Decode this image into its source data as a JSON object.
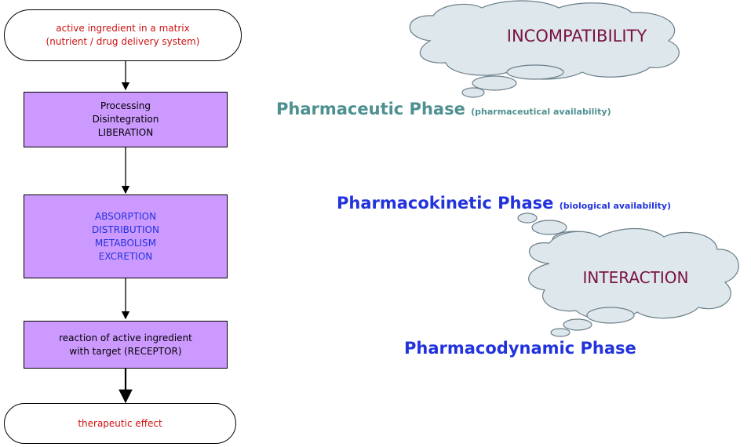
{
  "flowchart": {
    "start": {
      "line1": "active ingredient in a matrix",
      "line2": "(nutrient / drug delivery system)"
    },
    "liberation": {
      "line1": "Processing",
      "line2": "Disintegration",
      "line3": "LIBERATION"
    },
    "adme": {
      "line1": "ABSORPTION",
      "line2": "DISTRIBUTION",
      "line3": "METABOLISM",
      "line4": "EXCRETION"
    },
    "reaction": {
      "line1": "reaction of active ingredient",
      "line2": "with target (RECEPTOR)"
    },
    "end": {
      "line1": "therapeutic effect"
    }
  },
  "phases": {
    "pharmaceutic": {
      "title": "Pharmaceutic Phase",
      "subtitle": "(pharmaceutical availability)",
      "color": "#4e8f8f"
    },
    "pharmacokinetic": {
      "title": "Pharmacokinetic Phase",
      "subtitle": "(biological availability)",
      "color": "#2233dd"
    },
    "pharmacodynamic": {
      "title": "Pharmacodynamic Phase",
      "subtitle": "",
      "color": "#2233dd"
    }
  },
  "clouds": {
    "incompatibility": {
      "label": "INCOMPATIBILITY"
    },
    "interaction": {
      "label": "INTERACTION"
    }
  },
  "colors": {
    "box_fill": "#cc99ff",
    "cloud_fill": "#dde7ec",
    "cloud_stroke": "#6c7f8a",
    "start_text": "#cc1111",
    "cloud_text": "#7a1140"
  }
}
